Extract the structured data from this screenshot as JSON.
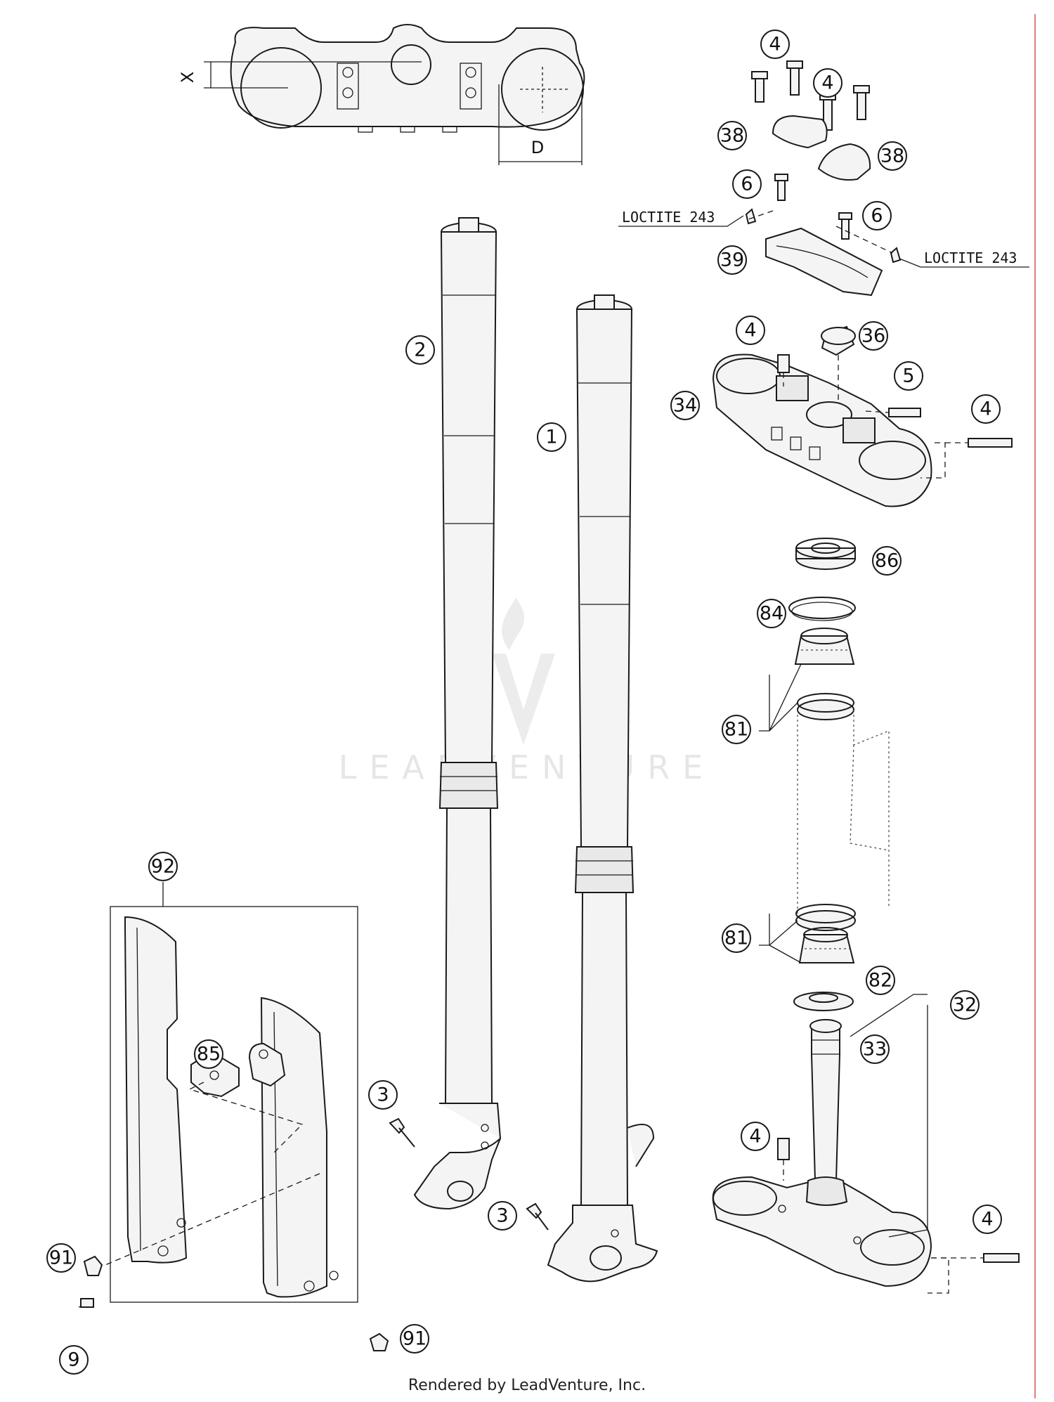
{
  "callouts": [
    {
      "id": "c4a",
      "text": "4"
    },
    {
      "id": "c4b",
      "text": "4"
    },
    {
      "id": "c38a",
      "text": "38"
    },
    {
      "id": "c38b",
      "text": "38"
    },
    {
      "id": "c6a",
      "text": "6"
    },
    {
      "id": "c6b",
      "text": "6"
    },
    {
      "id": "c39",
      "text": "39"
    },
    {
      "id": "c4c",
      "text": "4"
    },
    {
      "id": "c36",
      "text": "36"
    },
    {
      "id": "c5",
      "text": "5"
    },
    {
      "id": "c34",
      "text": "34"
    },
    {
      "id": "c4d",
      "text": "4"
    },
    {
      "id": "c2",
      "text": "2"
    },
    {
      "id": "c1",
      "text": "1"
    },
    {
      "id": "c86",
      "text": "86"
    },
    {
      "id": "c84",
      "text": "84"
    },
    {
      "id": "c81a",
      "text": "81"
    },
    {
      "id": "c81b",
      "text": "81"
    },
    {
      "id": "c82",
      "text": "82"
    },
    {
      "id": "c32",
      "text": "32"
    },
    {
      "id": "c33",
      "text": "33"
    },
    {
      "id": "c4e",
      "text": "4"
    },
    {
      "id": "c4f",
      "text": "4"
    },
    {
      "id": "c92",
      "text": "92"
    },
    {
      "id": "c85",
      "text": "85"
    },
    {
      "id": "c3a",
      "text": "3"
    },
    {
      "id": "c3b",
      "text": "3"
    },
    {
      "id": "c91a",
      "text": "91"
    },
    {
      "id": "c91b",
      "text": "91"
    },
    {
      "id": "c9",
      "text": "9"
    }
  ],
  "labels": {
    "loctite_left": "LOCTITE 243",
    "loctite_right": "LOCTITE 243",
    "dim_x": "X",
    "dim_d": "D"
  },
  "watermark": "LEADVENTURE",
  "footer": "Rendered by LeadVenture, Inc."
}
